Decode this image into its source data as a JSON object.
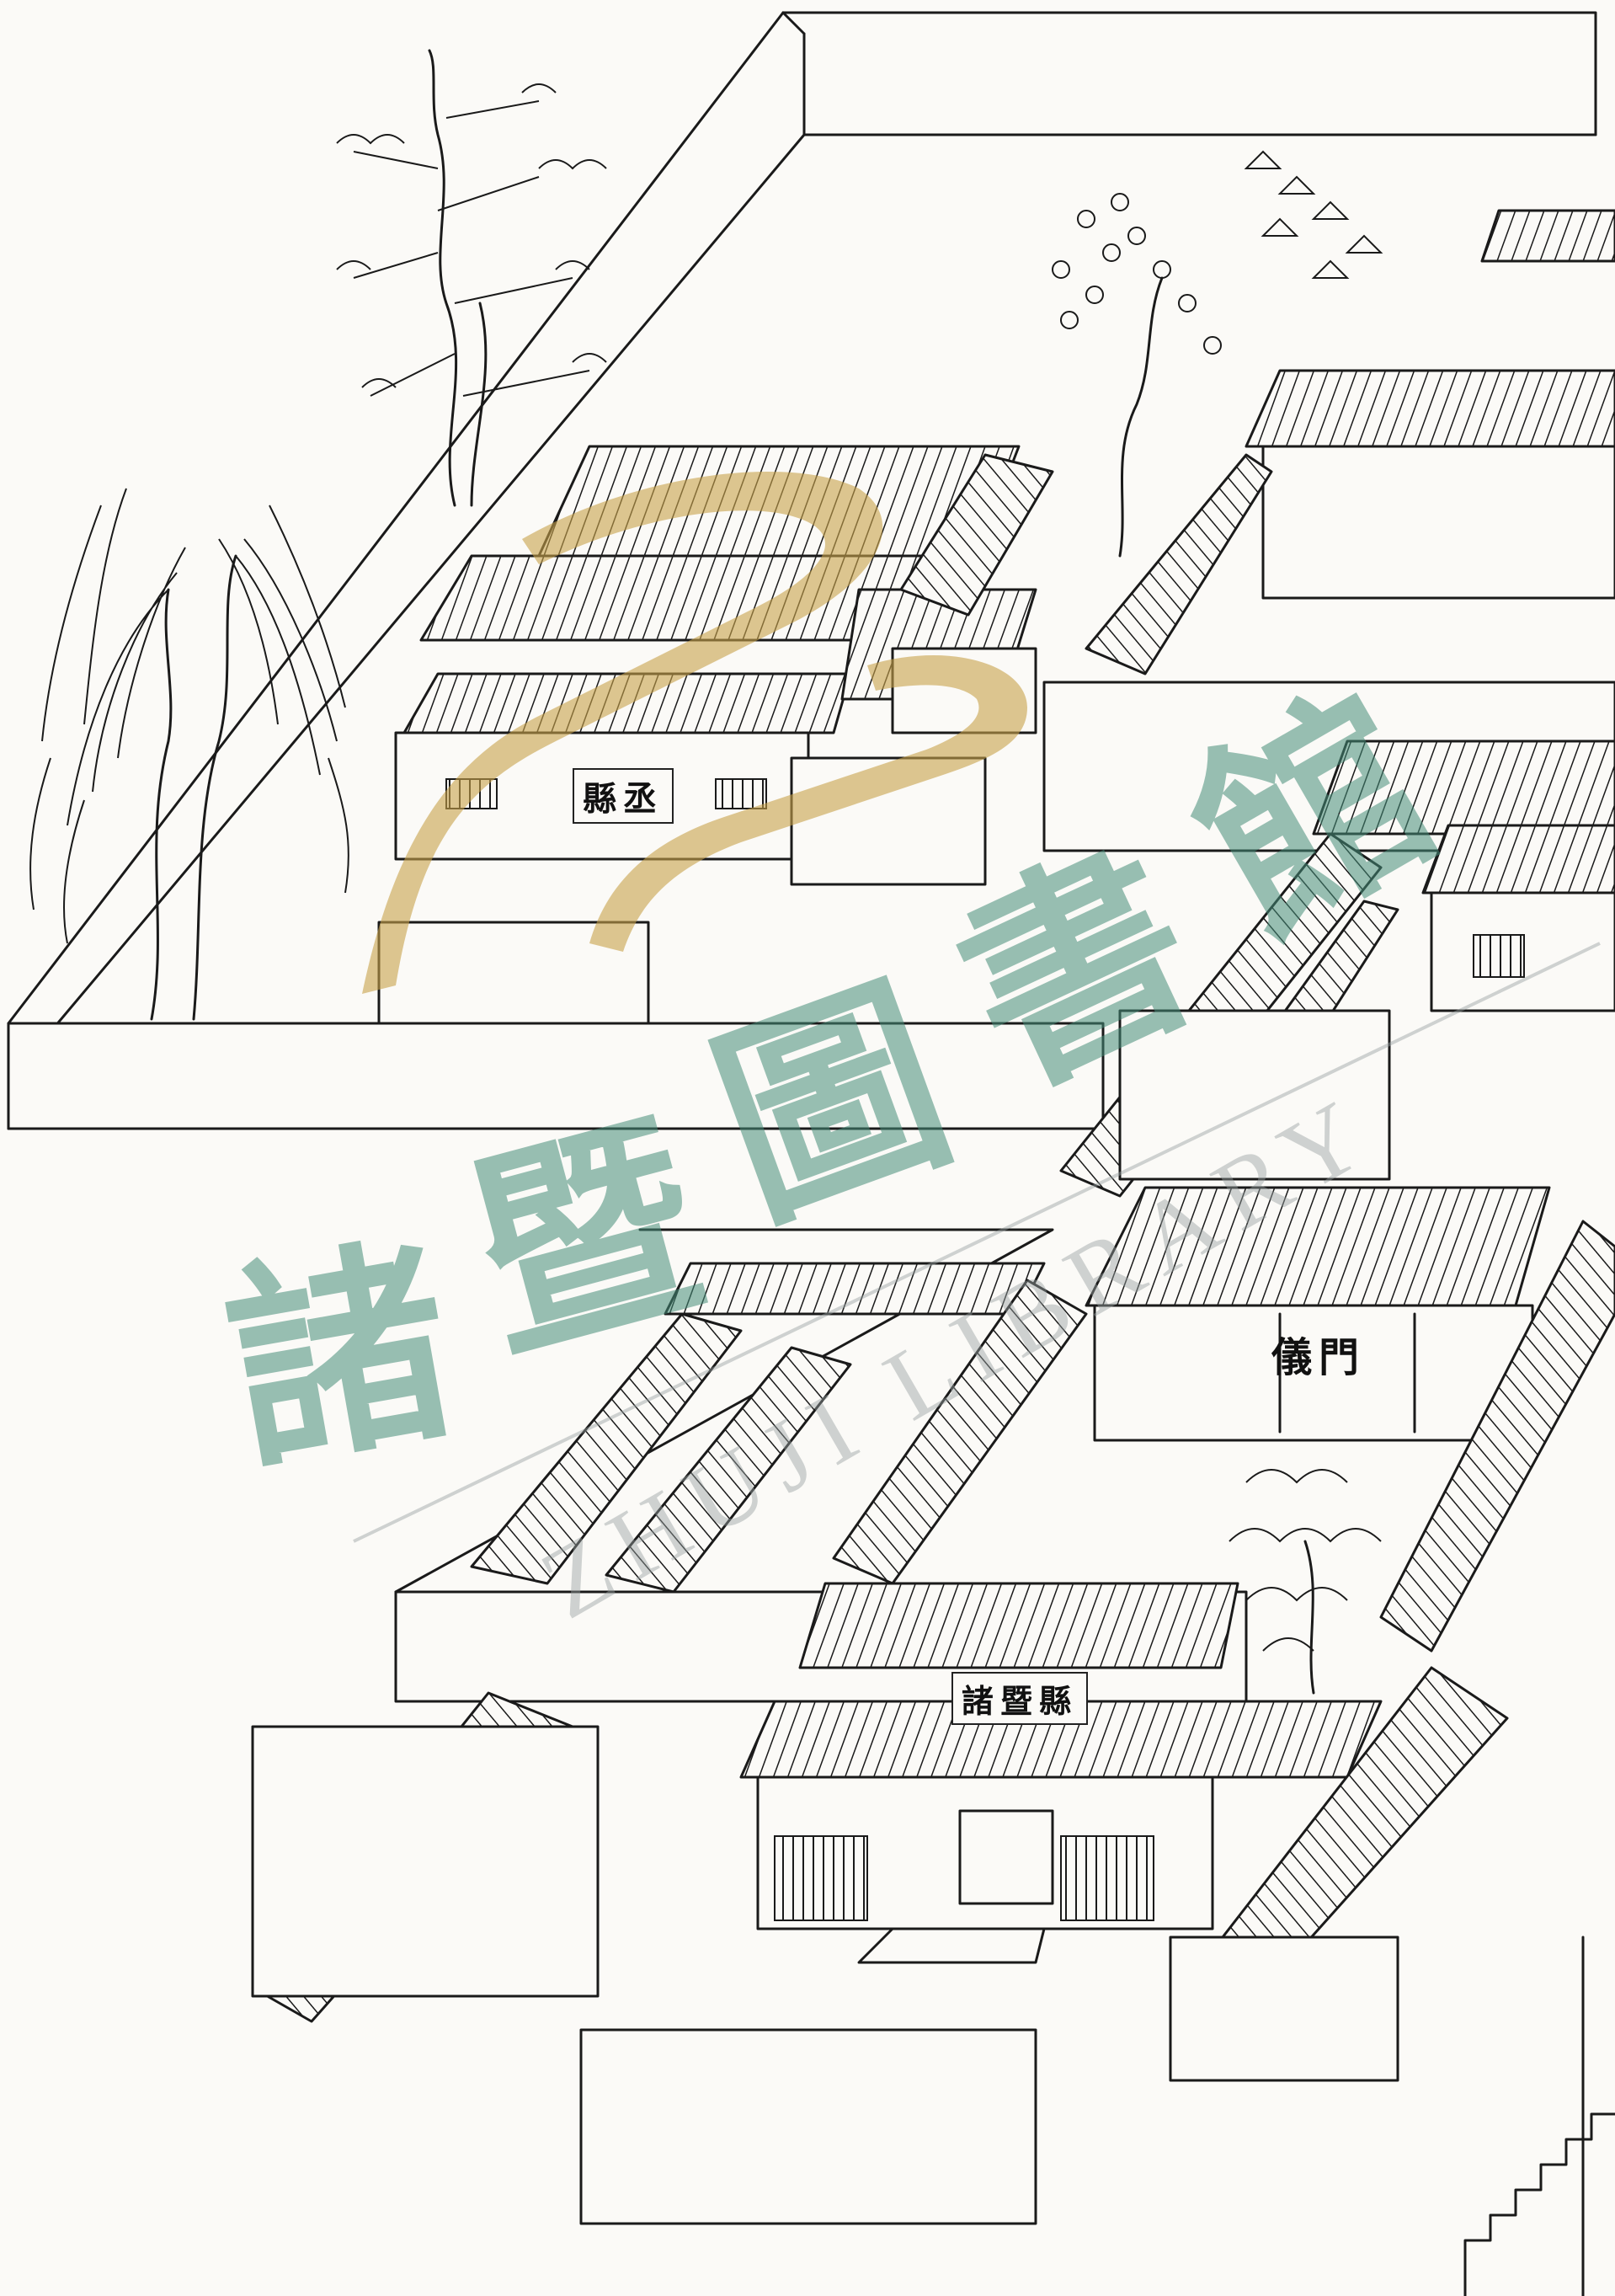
{
  "illustration": {
    "labels": {
      "upper_hall": "縣丞",
      "gate_hall": "儀門",
      "lower_hall": "諸暨縣"
    }
  },
  "watermark": {
    "characters": [
      "諸",
      "暨",
      "圖",
      "書",
      "館"
    ],
    "latin": "ZHUJI LIBRARY",
    "color_cjk": "#468c78",
    "color_logo": "#c8a24a"
  },
  "colors": {
    "ink": "#1a1a1a",
    "paper": "#fbfaf7"
  }
}
